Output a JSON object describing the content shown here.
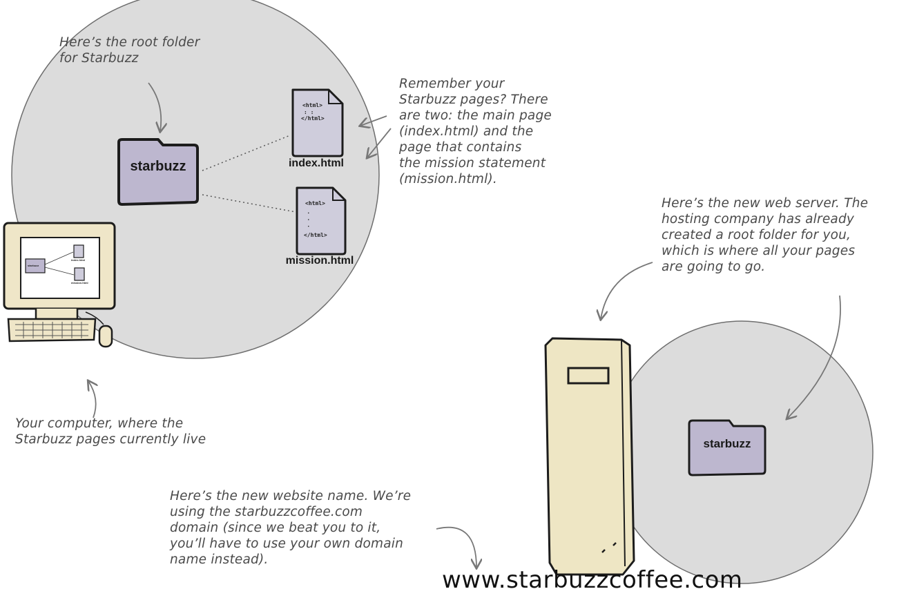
{
  "notes": {
    "root_folder": "Here’s the root folder\nfor Starbuzz",
    "remember_pages": "Remember your\nStarbuzz pages? There\nare two: the main page\n(index.html) and the\npage that contains\nthe mission statement\n(mission.html).",
    "new_server": "Here’s the new web server. The\nhosting company has already\ncreated a root folder for you,\nwhich is where all your pages\nare going to go.",
    "your_computer": "Your computer, where the\nStarbuzz pages currently live",
    "website_name": "Here’s the new website name. We’re\nusing the starbuzzcoffee.com\ndomain (since we beat you to it,\nyou’ll have to use your own domain\nname instead)."
  },
  "local": {
    "folder_label": "starbuzz",
    "files": [
      {
        "name": "index.html",
        "code_open": "<html>",
        "code_dots": ": :",
        "code_close": "</html>"
      },
      {
        "name": "mission.html",
        "code_open": "<html>",
        "code_dots": ". . .",
        "code_close": "</html>"
      }
    ],
    "screen_folder_label": "starbuzz",
    "screen_file_labels": [
      "index.html",
      "mission.html"
    ]
  },
  "server": {
    "folder_label": "starbuzz"
  },
  "url": "www.starbuzzcoffee.com",
  "colors": {
    "circle_fill": "#dcdcdc",
    "circle_stroke": "#6e6e6e",
    "folder_fill": "#bdb7cf",
    "doc_fill": "#cfcddc",
    "monitor_beige": "#efe6c8",
    "tower_beige": "#eee6c4",
    "ink": "#222222",
    "arrow": "#777777"
  },
  "icons": [
    "folder-icon",
    "document-icon",
    "computer-icon",
    "server-tower-icon",
    "arrow-icon"
  ]
}
